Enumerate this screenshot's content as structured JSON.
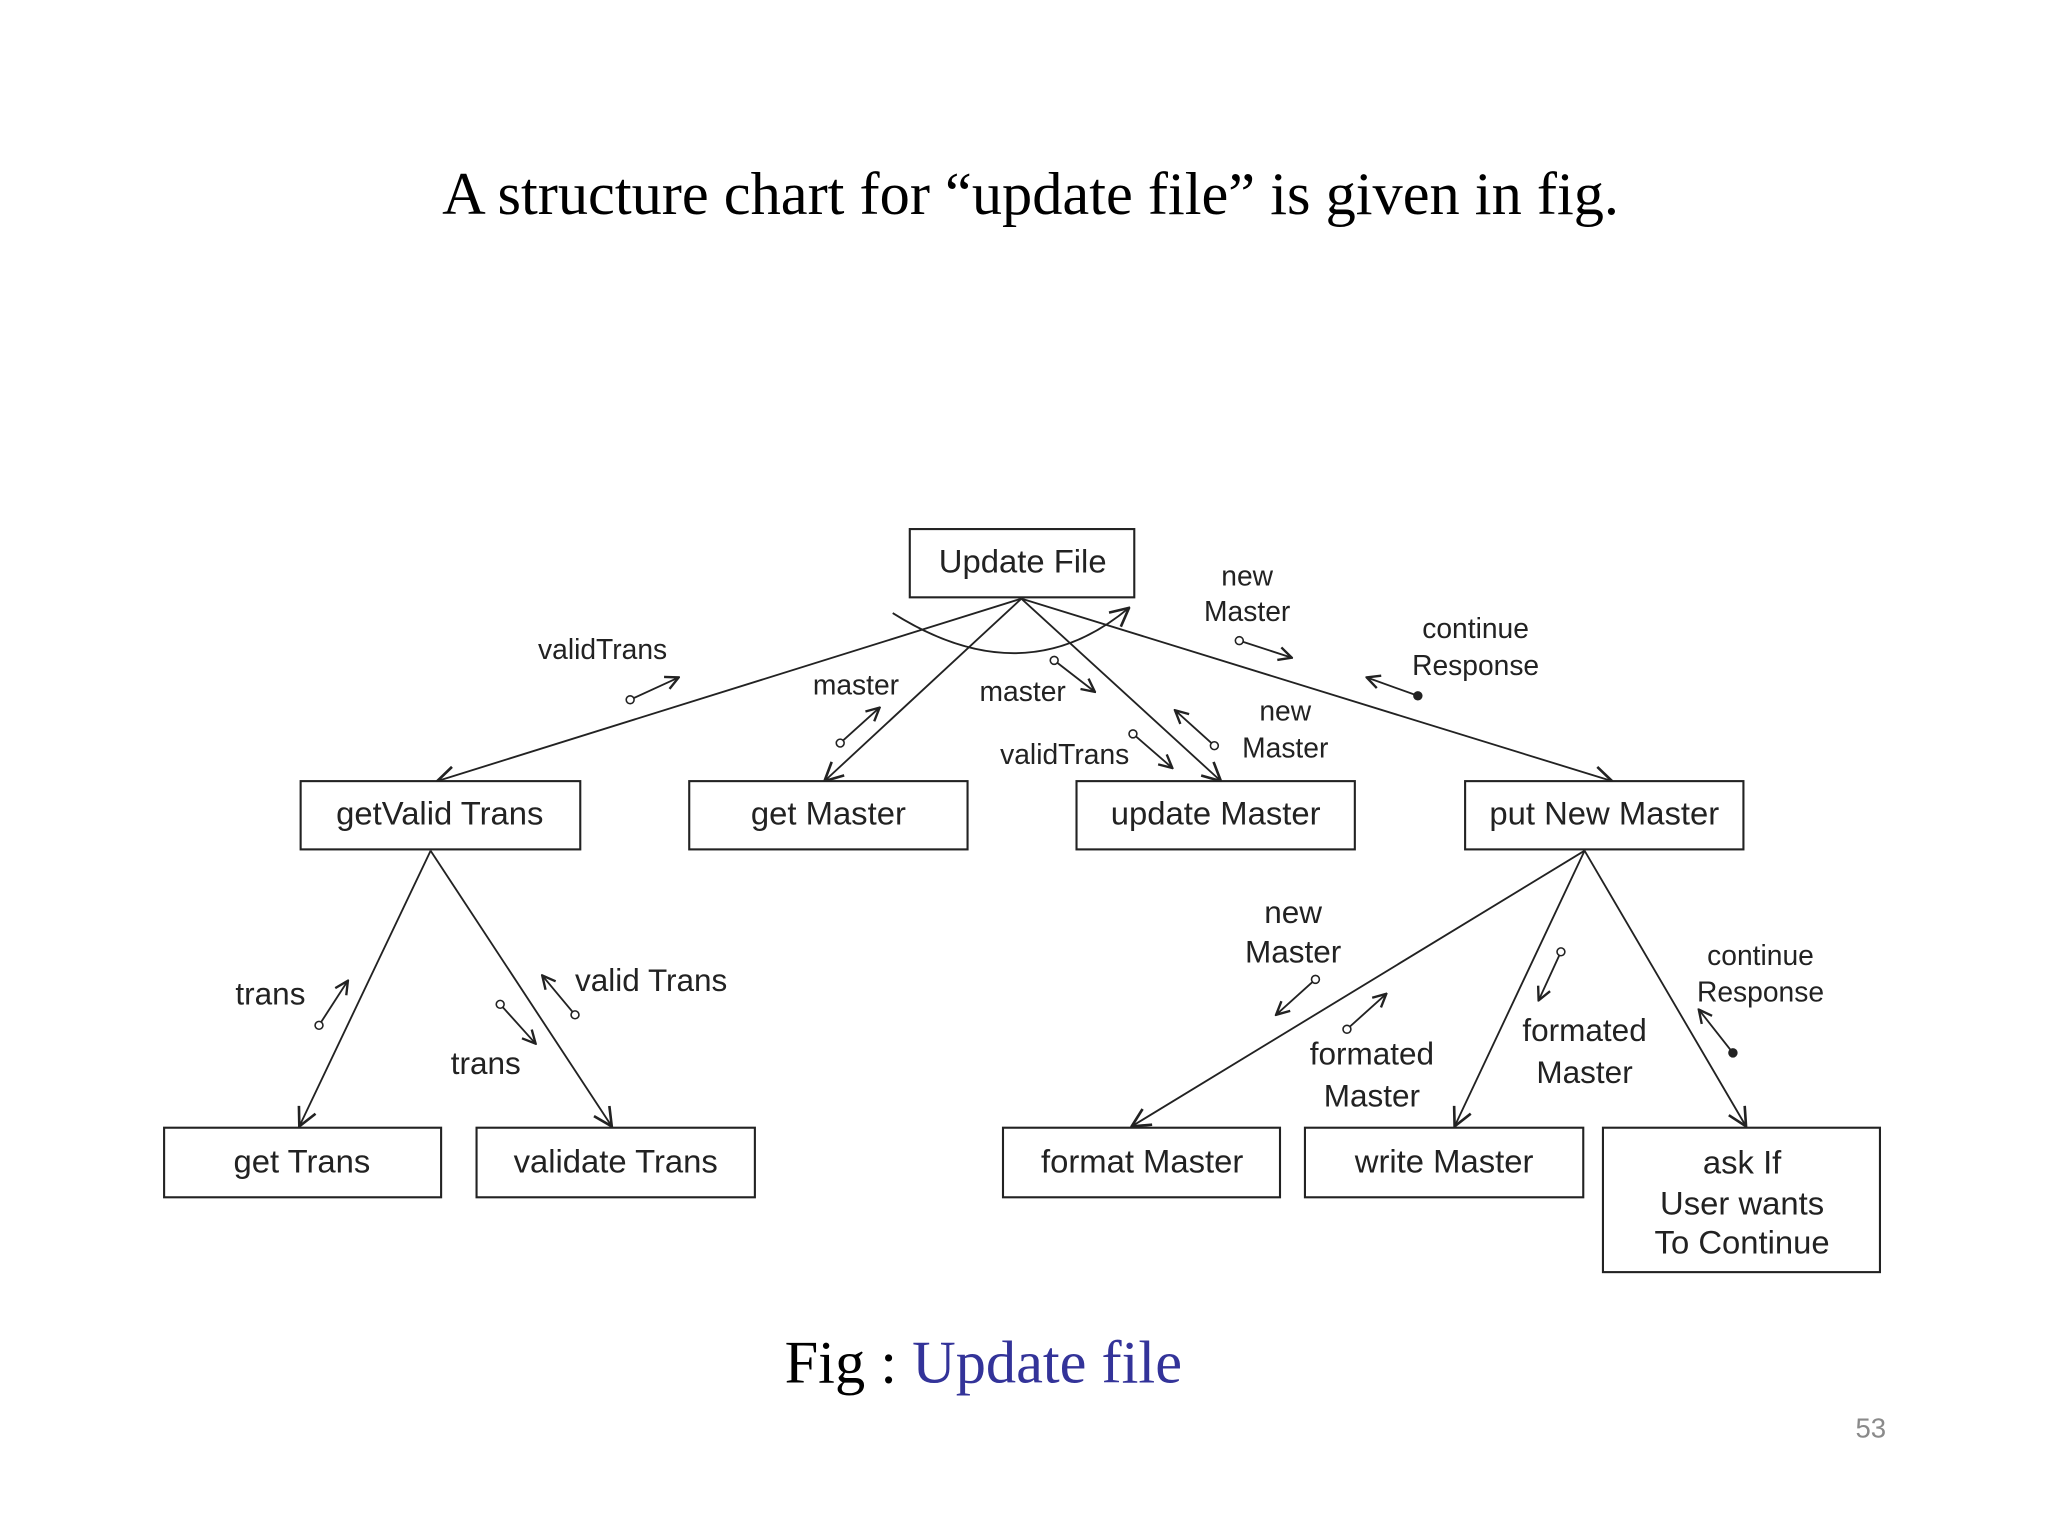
{
  "slide": {
    "title": "A structure chart for “update file” is given in fig.",
    "caption_prefix": "Fig : ",
    "caption_highlight": "Update file",
    "caption_highlight_color": "#333399",
    "page_number": "53"
  },
  "modules": {
    "update_file": "Update File",
    "get_valid_trans": "getValid Trans",
    "get_master": "get Master",
    "update_master": "update Master",
    "put_new_master": "put New Master",
    "get_trans": "get Trans",
    "validate_trans": "validate Trans",
    "format_master": "format Master",
    "write_master": "write Master",
    "ask_if": [
      "ask If",
      "User wants",
      "To Continue"
    ]
  },
  "flows": {
    "valid_trans_1": "validTrans",
    "master_1": "master",
    "master_2": "master",
    "valid_trans_2": "validTrans",
    "new_master_1": [
      "new",
      "Master"
    ],
    "new_master_2": [
      "new",
      "Master"
    ],
    "continue_response_1": [
      "continue",
      "Response"
    ],
    "trans_1": "trans",
    "trans_2": "trans",
    "valid_trans_3": "valid Trans",
    "new_master_3": [
      "new",
      "Master"
    ],
    "formated_master_1": [
      "formated",
      "Master"
    ],
    "formated_master_2": [
      "formated",
      "Master"
    ],
    "continue_response_2": [
      "continue",
      "Response"
    ]
  }
}
